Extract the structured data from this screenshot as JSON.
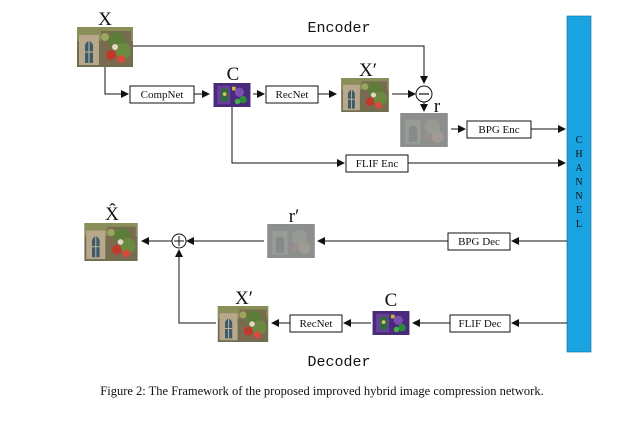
{
  "labels": {
    "x": "X",
    "x_prime": "X′",
    "c": "C",
    "r": "r",
    "r_prime": "r′",
    "x_hat": "X̂",
    "c_dec": "C",
    "x_prime_dec": "X′"
  },
  "boxes": {
    "compnet": "CompNet",
    "recnet_enc": "RecNet",
    "bpg_enc": "BPG Enc",
    "flif_enc": "FLIF Enc",
    "bpg_dec": "BPG Dec",
    "flif_dec": "FLIF Dec",
    "recnet_dec": "RecNet"
  },
  "titles": {
    "encoder": "Encoder",
    "decoder": "Decoder"
  },
  "channel": [
    "C",
    "H",
    "A",
    "N",
    "N",
    "E",
    "L"
  ],
  "caption": "Figure 2: The Framework of the proposed improved hybrid image compression network.",
  "colors": {
    "channel_fill": "#1aa3e0",
    "line": "#111111"
  }
}
